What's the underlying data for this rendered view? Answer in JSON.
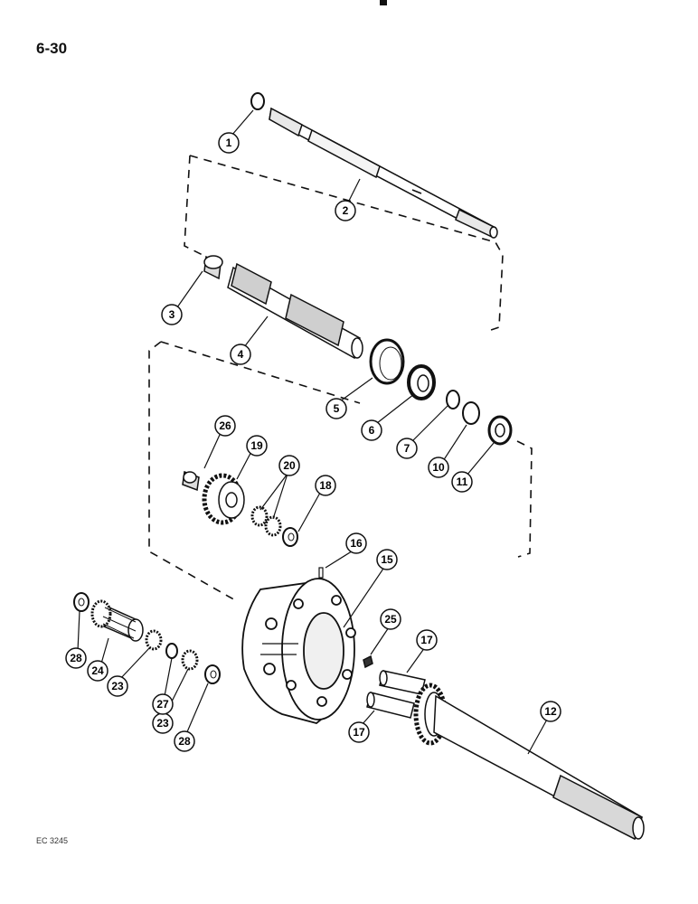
{
  "page_number": "6-30",
  "drawing_code": "EC 3245",
  "callouts": [
    "1",
    "2",
    "3",
    "4",
    "5",
    "6",
    "7",
    "10",
    "11",
    "12",
    "15",
    "16",
    "17",
    "17",
    "18",
    "19",
    "20",
    "23",
    "23",
    "24",
    "25",
    "26",
    "27",
    "28",
    "28"
  ]
}
